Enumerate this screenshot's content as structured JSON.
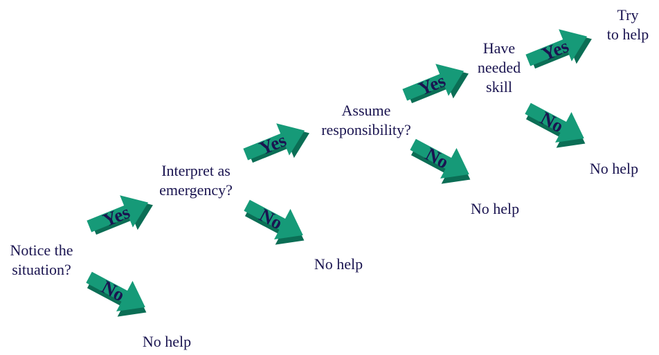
{
  "colors": {
    "arrow_face": "#169a78",
    "arrow_shade": "#0b6e55",
    "text": "#1a1450"
  },
  "stages": [
    {
      "question": "Notice the\nsituation?",
      "yes": "Yes",
      "no": "No",
      "no_outcome": "No help"
    },
    {
      "question": "Interpret as\nemergency?",
      "yes": "Yes",
      "no": "No",
      "no_outcome": "No help"
    },
    {
      "question": "Assume\nresponsibility?",
      "yes": "Yes",
      "no": "No",
      "no_outcome": "No help"
    },
    {
      "question": "Have\nneeded\nskill",
      "yes": "Yes",
      "no": "No",
      "no_outcome": "No help"
    }
  ],
  "final_outcome": "Try\nto help"
}
